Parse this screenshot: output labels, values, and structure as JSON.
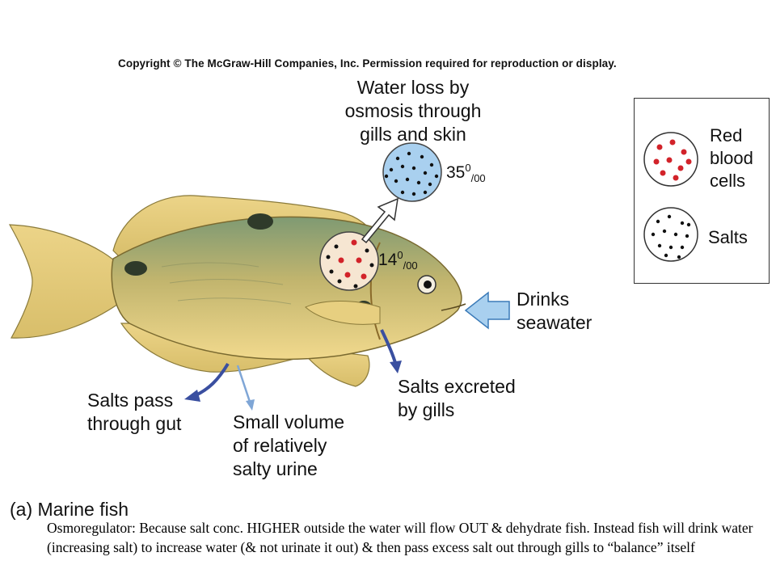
{
  "copyright": "Copyright © The McGraw-Hill Companies, Inc. Permission required for reproduction or display.",
  "labels": {
    "water_loss": [
      "Water loss by",
      "osmosis through",
      "gills and skin"
    ],
    "drinks": [
      "Drinks",
      "seawater"
    ],
    "salts_excreted": [
      "Salts excreted",
      "by gills"
    ],
    "salts_gut": [
      "Salts pass",
      "through gut"
    ],
    "urine": [
      "Small volume",
      "of relatively",
      "salty urine"
    ]
  },
  "concentrations": {
    "seawater": {
      "value": "35",
      "sup": "0",
      "sub": "/00"
    },
    "blood": {
      "value": "14",
      "sup": "0",
      "sub": "/00"
    }
  },
  "legend": {
    "red_blood_cells": [
      "Red",
      "blood",
      "cells"
    ],
    "salts": "Salts"
  },
  "caption": {
    "title": "(a) Marine fish",
    "body": "Osmoregulator: Because salt conc. HIGHER outside the water will flow OUT & dehydrate fish. Instead fish will drink water (increasing salt) to increase water (& not urinate it out) & then pass excess salt out through gills to “balance” itself"
  },
  "colors": {
    "seawater_fill": "#a9d0ef",
    "blood_fill": "#f6e6d2",
    "red_cell": "#d2232a",
    "arrow_blue": "#3a4fa0",
    "arrow_light": "#7fa6d6",
    "fish_body": "#d9c27a"
  }
}
